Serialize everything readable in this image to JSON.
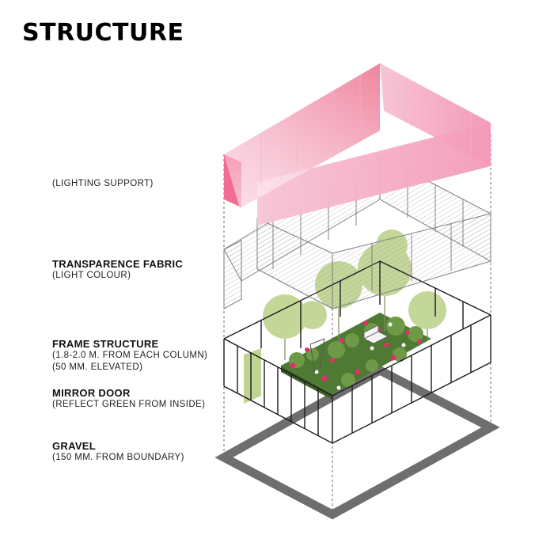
{
  "title": "STRUCTURE",
  "colors": {
    "pink": "#f28db0",
    "fabric": "#8a8a8a",
    "frame": "#1a1a1a",
    "garden": "#4f7a34",
    "tree": "#bcd28c",
    "flower": "#e0306a",
    "gravel": "#6e6e6e"
  },
  "layers": [
    {
      "id": "lighting",
      "lines": [
        "(LIGHTING SUPPORT)"
      ]
    },
    {
      "id": "fabric",
      "lines": [
        "TRANSPARENCE FABRIC",
        "(LIGHT COLOUR)"
      ]
    },
    {
      "id": "frame",
      "lines": [
        "FRAME STRUCTURE",
        "(1.8-2.0 M. FROM EACH COLUMN)",
        "(50 MM. ELEVATED)"
      ]
    },
    {
      "id": "door",
      "lines": [
        "MIRROR DOOR",
        "(REFLECT GREEN FROM INSIDE)"
      ]
    },
    {
      "id": "gravel",
      "lines": [
        "GRAVEL",
        "(150 MM. FROM BOUNDARY)"
      ]
    }
  ]
}
